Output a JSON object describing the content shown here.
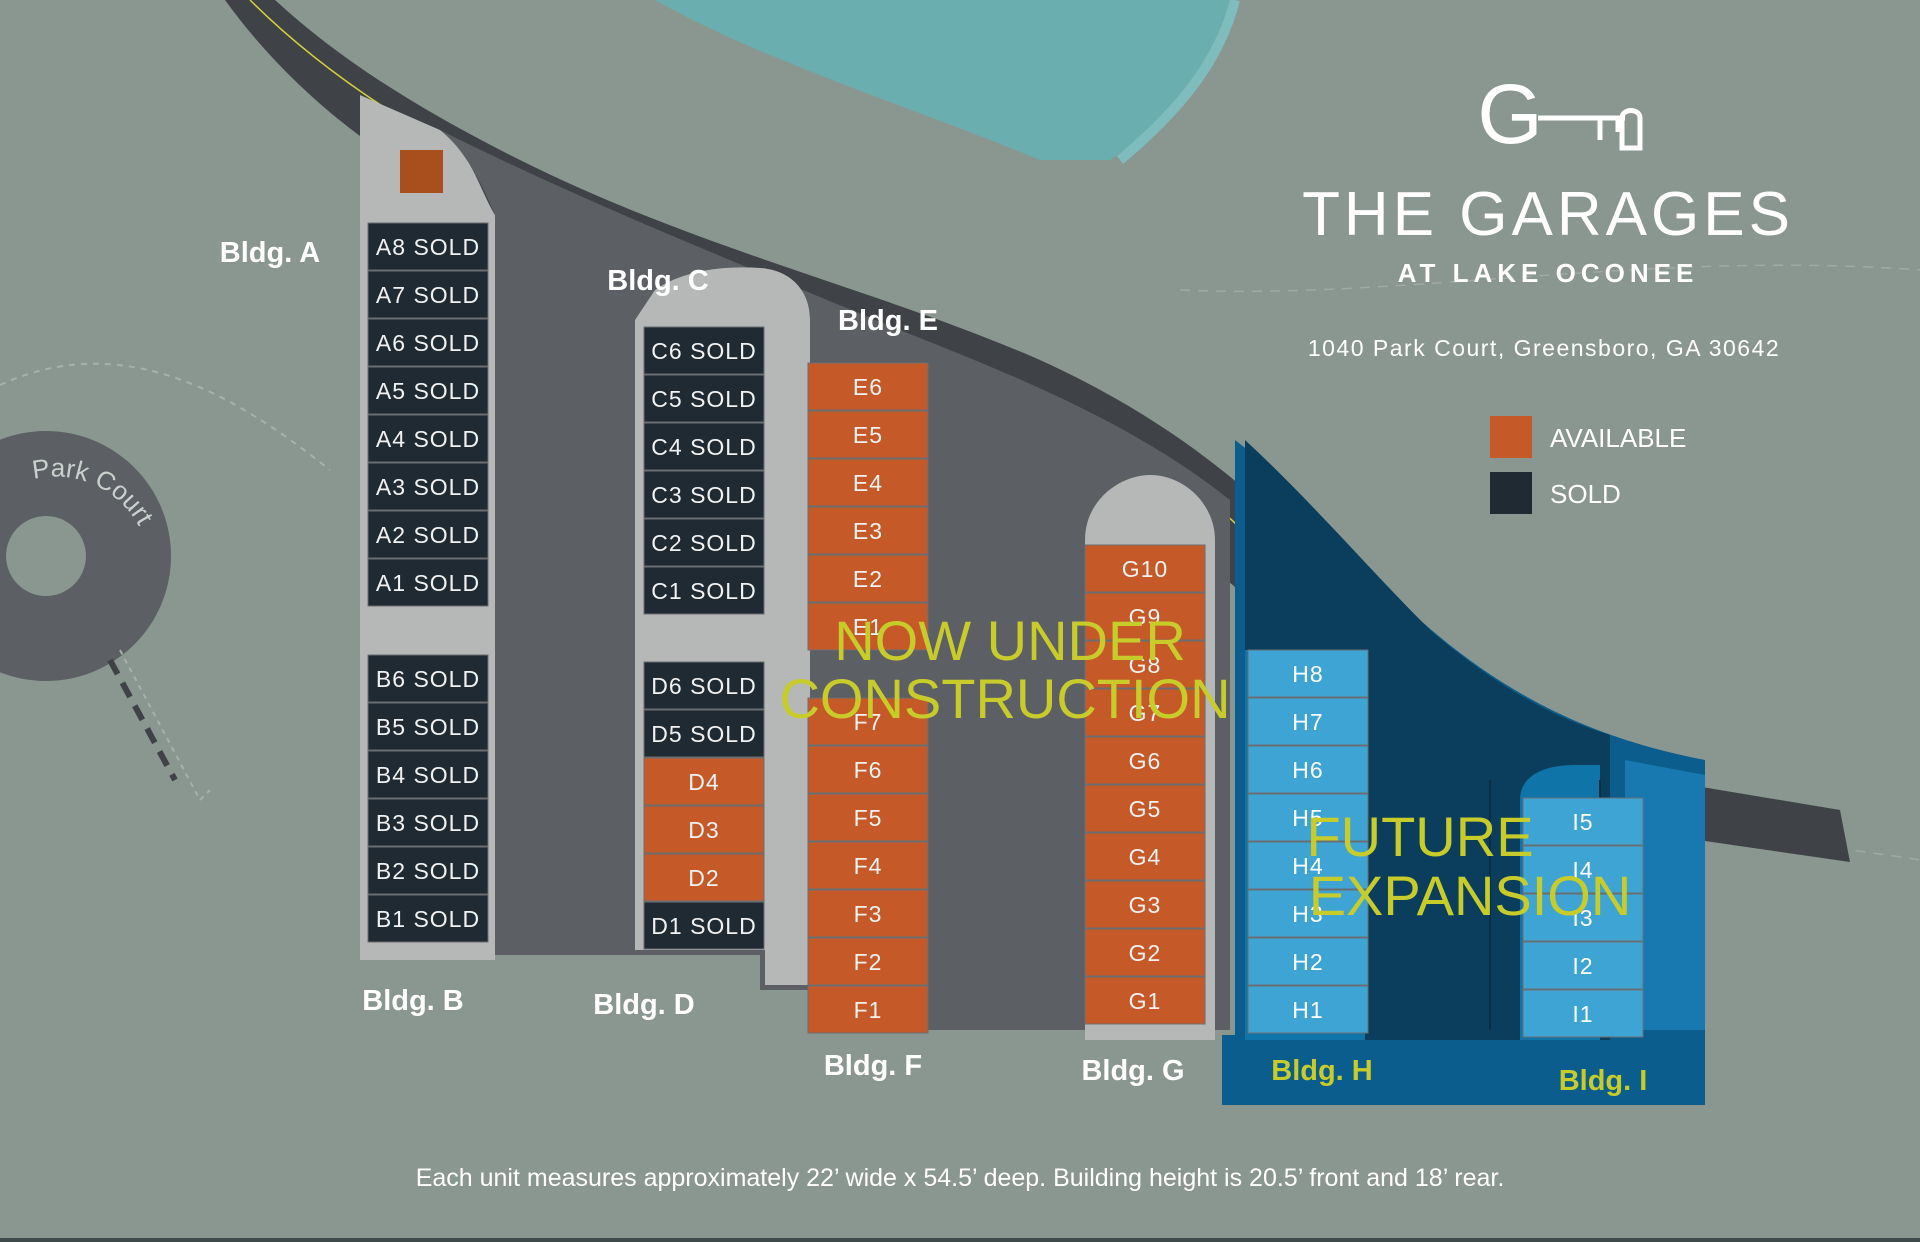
{
  "brand": {
    "title": "THE GARAGES",
    "subtitle": "AT LAKE OCONEE",
    "address": "1040 Park Court, Greensboro, GA 30642",
    "logo_letter": "G"
  },
  "legend": [
    {
      "label": "AVAILABLE",
      "color": "#c55a28"
    },
    {
      "label": "SOLD",
      "color": "#1f2a33"
    }
  ],
  "street": "Park Court",
  "note": "Each unit measures approximately 22’ wide x 54.5’ deep. Building height is 20.5’ front and 18’ rear.",
  "overlays": {
    "construction": [
      "NOW UNDER",
      "CONSTRUCTION"
    ],
    "future": [
      "FUTURE",
      "EXPANSION"
    ]
  },
  "colors": {
    "sold": "#1f2a33",
    "available": "#c55a28",
    "future": "#3ea4d4",
    "overlay_text": "#c8cc2a",
    "ground": "#8a9690",
    "pavement": "#5c5f63",
    "water": "#6aaeb0"
  },
  "buildings": [
    {
      "name": "Bldg. A",
      "units": [
        {
          "label": "A8 SOLD",
          "status": "sold"
        },
        {
          "label": "A7 SOLD",
          "status": "sold"
        },
        {
          "label": "A6 SOLD",
          "status": "sold"
        },
        {
          "label": "A5 SOLD",
          "status": "sold"
        },
        {
          "label": "A4 SOLD",
          "status": "sold"
        },
        {
          "label": "A3 SOLD",
          "status": "sold"
        },
        {
          "label": "A2 SOLD",
          "status": "sold"
        },
        {
          "label": "A1 SOLD",
          "status": "sold"
        }
      ]
    },
    {
      "name": "Bldg. B",
      "units": [
        {
          "label": "B6 SOLD",
          "status": "sold"
        },
        {
          "label": "B5 SOLD",
          "status": "sold"
        },
        {
          "label": "B4 SOLD",
          "status": "sold"
        },
        {
          "label": "B3 SOLD",
          "status": "sold"
        },
        {
          "label": "B2 SOLD",
          "status": "sold"
        },
        {
          "label": "B1 SOLD",
          "status": "sold"
        }
      ]
    },
    {
      "name": "Bldg. C",
      "units": [
        {
          "label": "C6 SOLD",
          "status": "sold"
        },
        {
          "label": "C5 SOLD",
          "status": "sold"
        },
        {
          "label": "C4 SOLD",
          "status": "sold"
        },
        {
          "label": "C3 SOLD",
          "status": "sold"
        },
        {
          "label": "C2 SOLD",
          "status": "sold"
        },
        {
          "label": "C1 SOLD",
          "status": "sold"
        }
      ]
    },
    {
      "name": "Bldg. D",
      "units": [
        {
          "label": "D6 SOLD",
          "status": "sold"
        },
        {
          "label": "D5 SOLD",
          "status": "sold"
        },
        {
          "label": "D4",
          "status": "available"
        },
        {
          "label": "D3",
          "status": "available"
        },
        {
          "label": "D2",
          "status": "available"
        },
        {
          "label": "D1 SOLD",
          "status": "sold"
        }
      ]
    },
    {
      "name": "Bldg. E",
      "units": [
        {
          "label": "E6",
          "status": "available"
        },
        {
          "label": "E5",
          "status": "available"
        },
        {
          "label": "E4",
          "status": "available"
        },
        {
          "label": "E3",
          "status": "available"
        },
        {
          "label": "E2",
          "status": "available"
        },
        {
          "label": "E1",
          "status": "available"
        }
      ]
    },
    {
      "name": "Bldg. F",
      "units": [
        {
          "label": "F7",
          "status": "available"
        },
        {
          "label": "F6",
          "status": "available"
        },
        {
          "label": "F5",
          "status": "available"
        },
        {
          "label": "F4",
          "status": "available"
        },
        {
          "label": "F3",
          "status": "available"
        },
        {
          "label": "F2",
          "status": "available"
        },
        {
          "label": "F1",
          "status": "available"
        }
      ]
    },
    {
      "name": "Bldg. G",
      "units": [
        {
          "label": "G10",
          "status": "available"
        },
        {
          "label": "G9",
          "status": "available"
        },
        {
          "label": "G8",
          "status": "available"
        },
        {
          "label": "G7",
          "status": "available"
        },
        {
          "label": "G6",
          "status": "available"
        },
        {
          "label": "G5",
          "status": "available"
        },
        {
          "label": "G4",
          "status": "available"
        },
        {
          "label": "G3",
          "status": "available"
        },
        {
          "label": "G2",
          "status": "available"
        },
        {
          "label": "G1",
          "status": "available"
        }
      ]
    },
    {
      "name": "Bldg. H",
      "units": [
        {
          "label": "H8",
          "status": "future"
        },
        {
          "label": "H7",
          "status": "future"
        },
        {
          "label": "H6",
          "status": "future"
        },
        {
          "label": "H5",
          "status": "future"
        },
        {
          "label": "H4",
          "status": "future"
        },
        {
          "label": "H3",
          "status": "future"
        },
        {
          "label": "H2",
          "status": "future"
        },
        {
          "label": "H1",
          "status": "future"
        }
      ]
    },
    {
      "name": "Bldg. I",
      "units": [
        {
          "label": "I5",
          "status": "future"
        },
        {
          "label": "I4",
          "status": "future"
        },
        {
          "label": "I3",
          "status": "future"
        },
        {
          "label": "I2",
          "status": "future"
        },
        {
          "label": "I1",
          "status": "future"
        }
      ]
    }
  ]
}
